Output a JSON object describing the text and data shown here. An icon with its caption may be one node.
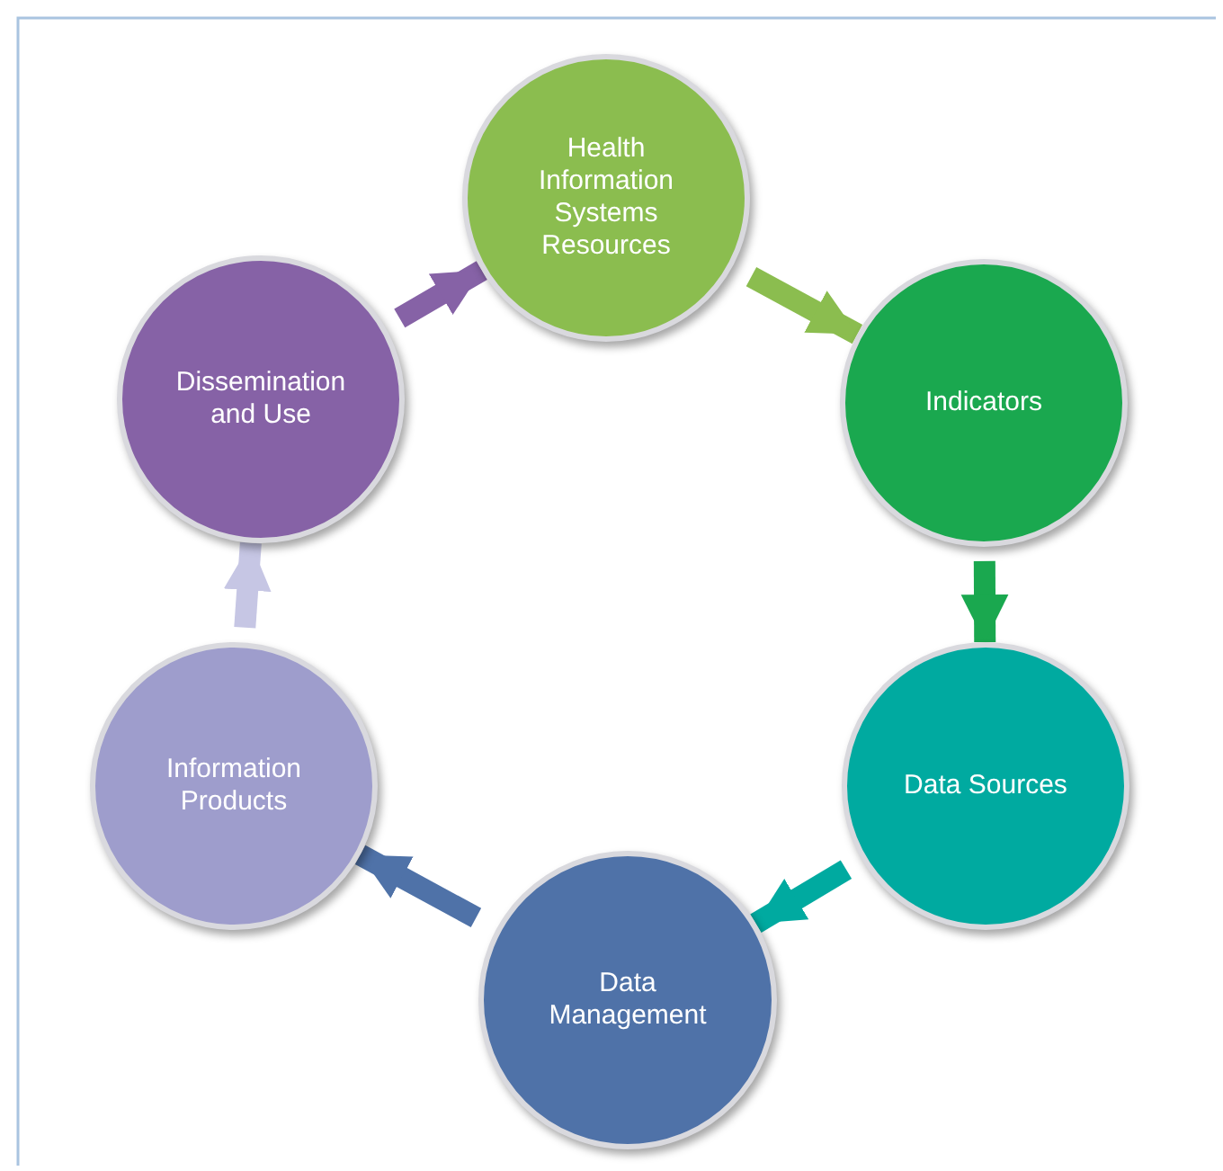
{
  "diagram": {
    "nodes": [
      {
        "text": [
          "Health Information Systems Resources"
        ]
      },
      {
        "text": [
          "Indicators"
        ]
      },
      {
        "text": [
          "Data Sources"
        ]
      },
      {
        "text": [
          "Data Management"
        ]
      },
      {
        "text": [
          "Information Products"
        ]
      },
      {
        "text": [
          "Dissemination and Use"
        ]
      }
    ],
    "edges": [
      {
        "from": 0,
        "to": 1,
        "arrow": "to",
        "color": "#8bbd4f"
      },
      {
        "from": 1,
        "to": 2,
        "arrow": "to",
        "color": "#1aa84f"
      },
      {
        "from": 2,
        "to": 3,
        "arrow": "to",
        "color": "#00aaa0"
      },
      {
        "from": 3,
        "to": 4,
        "arrow": "to",
        "color": "#4f72a8"
      },
      {
        "from": 4,
        "to": 5,
        "arrow": "to",
        "color": "#c6c6e4"
      },
      {
        "from": 5,
        "to": 0,
        "arrow": "to",
        "color": "#8662a6"
      }
    ]
  }
}
